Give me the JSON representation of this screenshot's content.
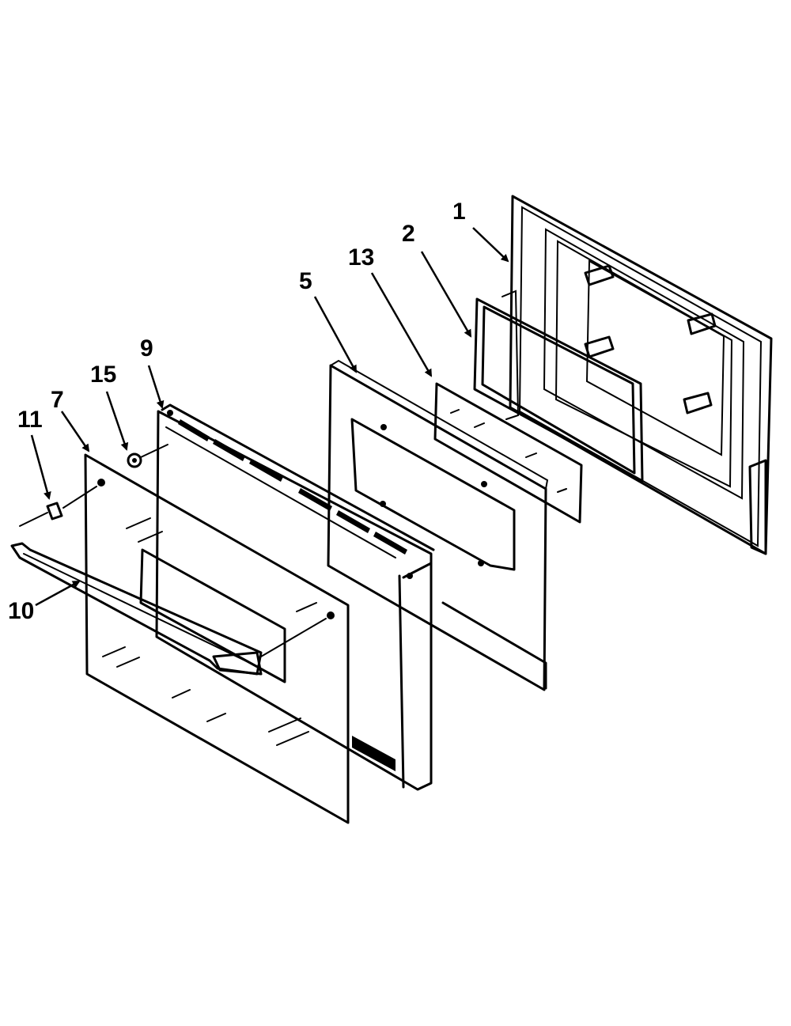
{
  "callouts": [
    {
      "id": "part-1",
      "label": "1"
    },
    {
      "id": "part-2",
      "label": "2"
    },
    {
      "id": "part-13",
      "label": "13"
    },
    {
      "id": "part-5",
      "label": "5"
    },
    {
      "id": "part-9",
      "label": "9"
    },
    {
      "id": "part-15",
      "label": "15"
    },
    {
      "id": "part-7",
      "label": "7"
    },
    {
      "id": "part-11",
      "label": "11"
    },
    {
      "id": "part-10",
      "label": "10"
    }
  ],
  "colors": {
    "line": "#000000",
    "background": "#ffffff"
  }
}
